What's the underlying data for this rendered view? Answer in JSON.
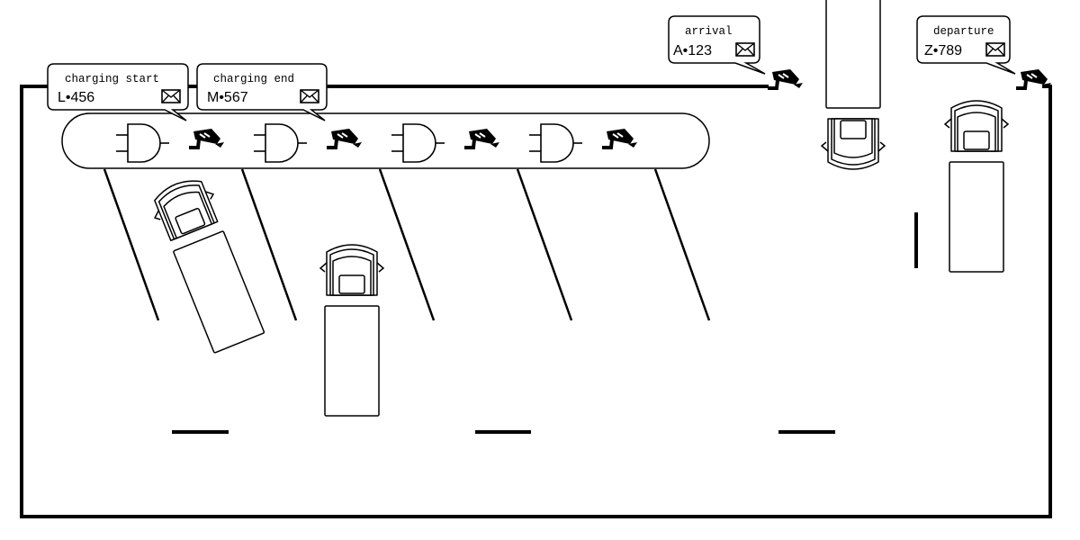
{
  "colors": {
    "ink": "#000000",
    "paper": "#ffffff"
  },
  "icons": {
    "charger": "ev-charger-plug-icon",
    "camera": "security-camera-icon",
    "message": "envelope-icon",
    "vehicle": "truck-icon"
  },
  "callouts": {
    "charging_start": {
      "label": "charging start",
      "plate": "L•456"
    },
    "charging_end": {
      "label": "charging end",
      "plate": "M•567"
    },
    "arrival": {
      "label": "arrival",
      "plate": "A•123"
    },
    "departure": {
      "label": "departure",
      "plate": "Z•789"
    }
  }
}
